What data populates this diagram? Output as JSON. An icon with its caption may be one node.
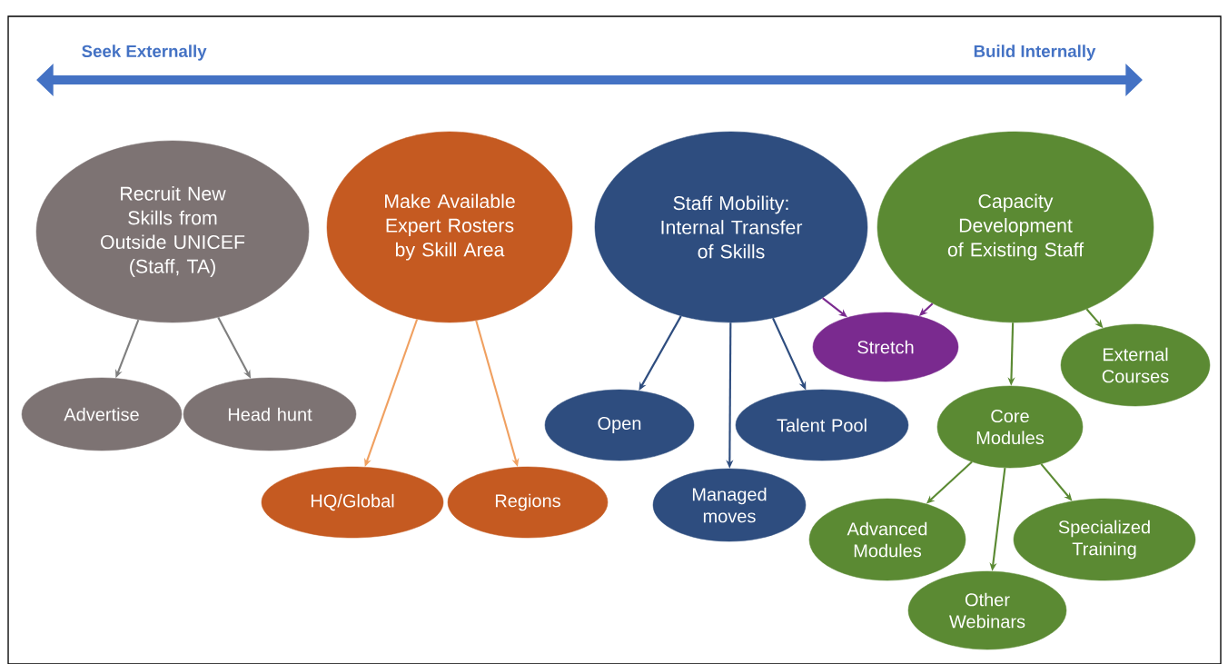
{
  "diagram": {
    "nodes": [
      {
        "text": [
          "Recruit New Skills from Outside UNICEF (Staff, TA)"
        ]
      },
      {
        "text": [
          "Make Available Expert Rosters by Skill Area"
        ]
      },
      {
        "text": [
          "Staff Mobility: Internal Transfer of Skills"
        ]
      },
      {
        "text": [
          "Capacity Development of Existing Staff"
        ]
      },
      {
        "text": [
          "Advertise"
        ]
      },
      {
        "text": [
          "Head hunt"
        ]
      },
      {
        "text": [
          "HQ/Global"
        ]
      },
      {
        "text": [
          "Regions"
        ]
      },
      {
        "text": [
          "Stretch"
        ]
      },
      {
        "text": [
          "Open"
        ]
      },
      {
        "text": [
          "Talent Pool"
        ]
      },
      {
        "text": [
          "Managed moves"
        ]
      },
      {
        "text": [
          "External Courses"
        ]
      },
      {
        "text": [
          "Core Modules"
        ]
      },
      {
        "text": [
          "Advanced Modules"
        ]
      },
      {
        "text": [
          "Specialized Training"
        ]
      },
      {
        "text": [
          "Other Webinars"
        ]
      }
    ],
    "edges": [
      {
        "from": 0,
        "to": 4,
        "arrow": "to",
        "color": "#7f7f7f"
      },
      {
        "from": 0,
        "to": 5,
        "arrow": "to",
        "color": "#7f7f7f"
      },
      {
        "from": 1,
        "to": 6,
        "arrow": "to",
        "color": "#f0a060"
      },
      {
        "from": 1,
        "to": 7,
        "arrow": "to",
        "color": "#f0a060"
      },
      {
        "from": 2,
        "to": 8,
        "arrow": "to",
        "color": "#7a2a8f"
      },
      {
        "from": 3,
        "to": 8,
        "arrow": "to",
        "color": "#7a2a8f"
      },
      {
        "from": 2,
        "to": 9,
        "arrow": "to",
        "color": "#2e4d7f"
      },
      {
        "from": 2,
        "to": 11,
        "arrow": "to",
        "color": "#2e4d7f"
      },
      {
        "from": 2,
        "to": 10,
        "arrow": "to",
        "color": "#2e4d7f"
      },
      {
        "from": 3,
        "to": 12,
        "arrow": "to",
        "color": "#5b8a33"
      },
      {
        "from": 3,
        "to": 13,
        "arrow": "to",
        "color": "#5b8a33"
      },
      {
        "from": 13,
        "to": 14,
        "arrow": "to",
        "color": "#5b8a33"
      },
      {
        "from": 13,
        "to": 16,
        "arrow": "to",
        "color": "#5b8a33"
      },
      {
        "from": 13,
        "to": 15,
        "arrow": "to",
        "color": "#5b8a33"
      }
    ],
    "labels": [
      "Seek Externally",
      "Build Internally"
    ]
  }
}
